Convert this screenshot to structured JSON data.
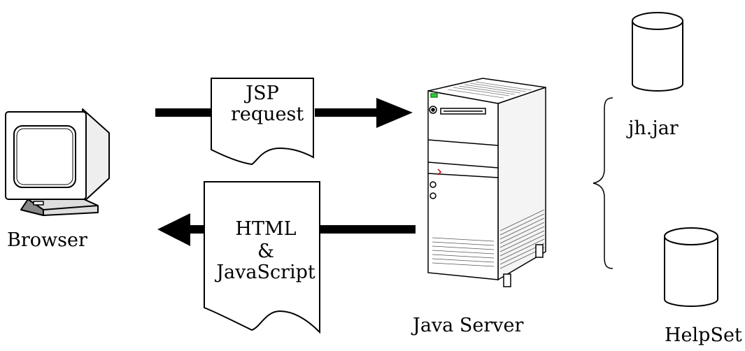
{
  "labels": {
    "browser": "Browser",
    "jsp_request": "JSP\nrequest",
    "jsp_line1": "JSP",
    "jsp_line2": "request",
    "html_line1": "HTML",
    "html_line2": "&",
    "html_line3": "JavaScript",
    "server": "Java Server",
    "jar": "jh.jar",
    "helpset": "HelpSet"
  },
  "icons": {
    "client": "desktop-computer-icon",
    "server": "tower-server-icon",
    "storage": "database-cylinder-icon",
    "document": "document-page-icon"
  }
}
